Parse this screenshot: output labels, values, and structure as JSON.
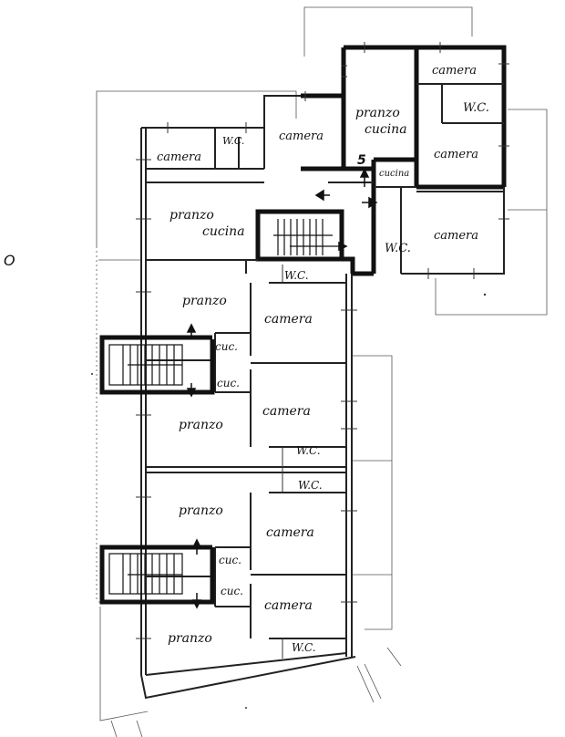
{
  "margin_mark": "O",
  "building_number": "5",
  "rooms": {
    "top_camera_1": "camera",
    "top_wc": "W.C.",
    "top_pranzo": "pranzo",
    "top_cucina": "cucina",
    "top_camera_2": "camera",
    "top_cucina_small": "cucina",
    "top_wc_2": "W.C.",
    "top_camera_3": "camera",
    "upper_camera": "camera",
    "upper_wc": "W.C.",
    "upper_camera_left": "camera",
    "upper_pranzo": "pranzo",
    "upper_cucina": "cucina",
    "u1_pranzo": "pranzo",
    "u1_wc": "W.C.",
    "u1_camera": "camera",
    "u1_cuc": "cuc.",
    "u2_cuc": "cuc.",
    "u2_camera": "camera",
    "u2_pranzo": "pranzo",
    "u2_wc": "W.C.",
    "u3_wc": "W.C.",
    "u3_pranzo": "pranzo",
    "u3_camera": "camera",
    "u3_cuc": "cuc.",
    "u4_cuc": "cuc.",
    "u4_camera": "camera",
    "u4_pranzo": "pranzo",
    "u4_wc": "W.C."
  }
}
